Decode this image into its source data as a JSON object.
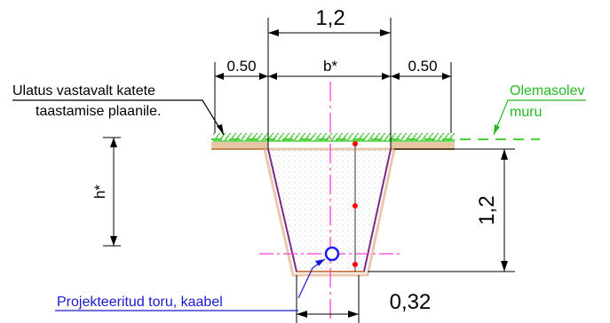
{
  "dimensions": {
    "top_width": "1,2",
    "left_offset": "0.50",
    "bottom_width_var": "b*",
    "right_offset": "0.50",
    "depth_var": "h*",
    "depth": "1,2",
    "bottom_offset": "0,32"
  },
  "labels": {
    "restoration_line1": "Ulatus vastavalt katete",
    "restoration_line2": "taastamise plaanile.",
    "existing_line1": "Olemasolev",
    "existing_line2": "muru",
    "pipe": "Projekteeritud toru, kaabel"
  },
  "colors": {
    "grass": "#4cd03a",
    "trench_outline": "#7a2a8a",
    "centerline": "#ff3fd0",
    "pipe": "#1a1aff",
    "marker": "#ff0000",
    "label_blue": "#1a1acc",
    "label_green": "#22bb22",
    "soil": "#c8895a"
  }
}
